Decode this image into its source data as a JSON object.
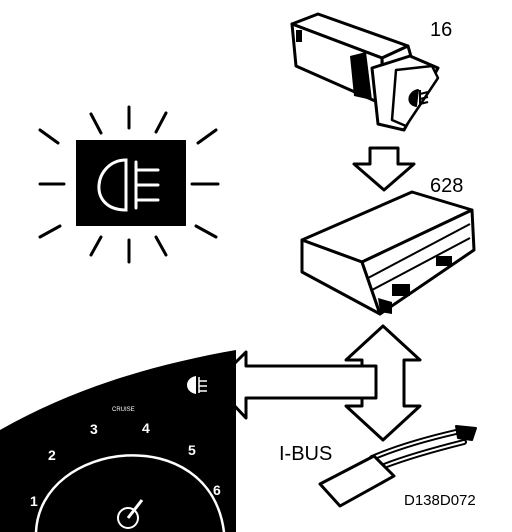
{
  "labels": {
    "switch_number": "16",
    "module_number": "628",
    "bus_label": "I-BUS",
    "figure_code": "D138D072"
  },
  "cluster": {
    "cruise_label": "CRUISE",
    "dial_numbers": [
      "1",
      "2",
      "3",
      "4",
      "5",
      "6"
    ]
  },
  "icons": {
    "indicator_lamp": "rear-fog-light-icon",
    "switch_symbol": "rear-fog-light-icon",
    "arrow_down": "down-arrow-icon",
    "arrow_bidirectional": "up-down-arrow-icon",
    "arrow_to_cluster": "left-arrow-icon"
  },
  "colors": {
    "ink": "#000000",
    "paper": "#ffffff"
  }
}
